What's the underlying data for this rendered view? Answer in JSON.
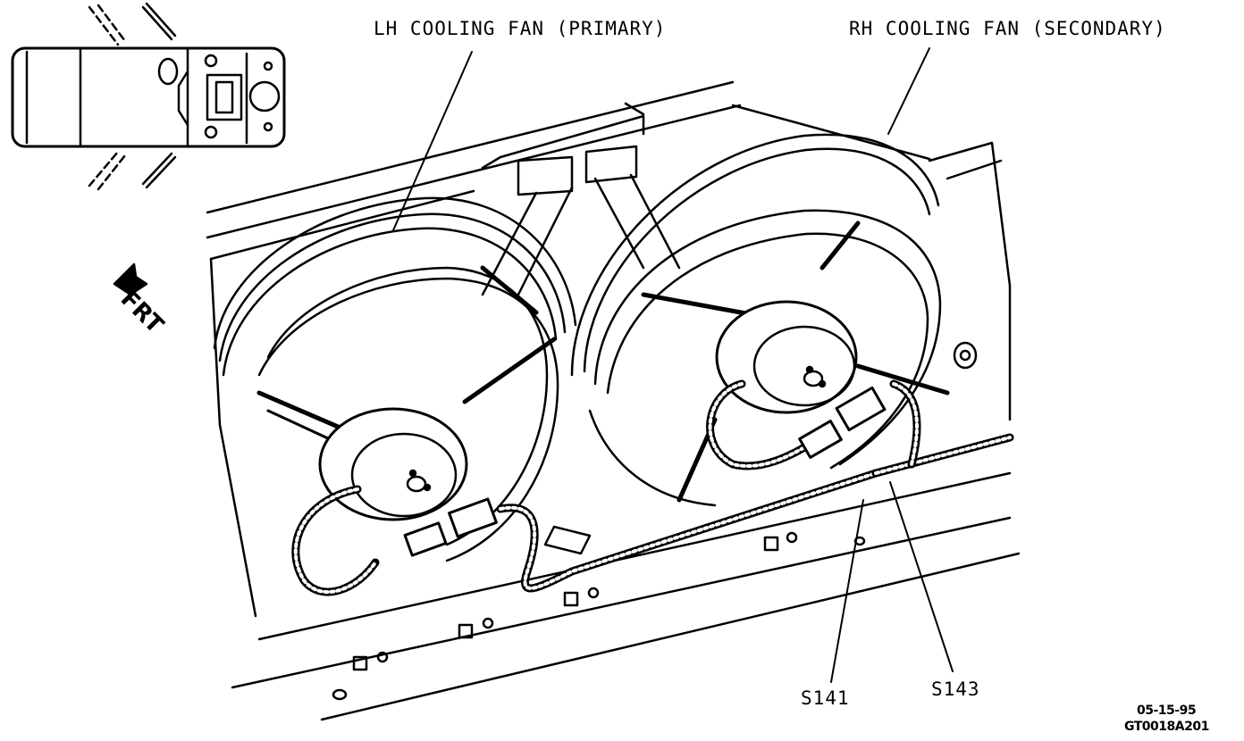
{
  "labels": {
    "lh_fan": "LH COOLING FAN (PRIMARY)",
    "rh_fan": "RH COOLING FAN (SECONDARY)",
    "splice_1": "S141",
    "splice_2": "S143",
    "direction": "FRT"
  },
  "footer": {
    "date": "05-15-95",
    "code": "GT0018A201"
  }
}
